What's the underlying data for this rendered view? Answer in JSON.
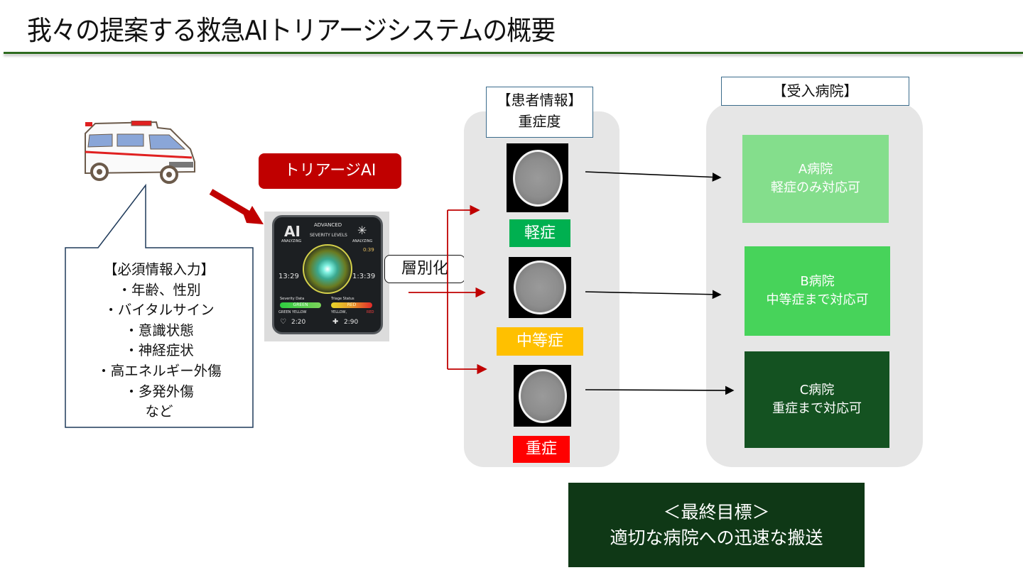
{
  "slide": {
    "title": "我々の提案する救急AIトリアージシステムの概要",
    "accent_color": "#2e6b1f"
  },
  "input_bubble": {
    "heading": "【必須情報入力】",
    "items": [
      "・年齢、性別",
      "・バイタルサイン",
      "・意識状態",
      "・神経症状",
      "・高エネルギー外傷",
      "・多発外傷",
      "など"
    ]
  },
  "ambulance": {
    "icon": "ambulance-icon"
  },
  "triage_ai": {
    "label": "トリアージAI",
    "color": "#c00000",
    "tablet_screen": {
      "logo": "AI",
      "logo_sub": "ANALYZING",
      "heading_1": "ADVANCED",
      "heading_2": "SEVERITY LEVELS",
      "badge_sub": "ANALYZING",
      "time_top": "0:39",
      "time_left": "13:29",
      "time_right": "1:3:39",
      "left_section": "Severity Data",
      "right_section": "Triage Status",
      "left_bar": "GREEN",
      "right_bar": "RED",
      "left_caption": "GREEN  YELLOW",
      "right_caption_a": "YELLOW,",
      "right_caption_b": "RED",
      "left_value": "2:20",
      "right_value": "2:90"
    }
  },
  "stratification": {
    "label": "層別化"
  },
  "patient_info": {
    "header_line1": "【患者情報】",
    "header_line2": "重症度",
    "levels": [
      {
        "label": "軽症",
        "color": "#00b050",
        "scan": "ct-scan-mild"
      },
      {
        "label": "中等症",
        "color": "#ffc000",
        "scan": "ct-scan-moderate"
      },
      {
        "label": "重症",
        "color": "#ff0000",
        "scan": "ct-scan-severe"
      }
    ]
  },
  "hospitals": {
    "header": "【受入病院】",
    "items": [
      {
        "name": "A病院",
        "capability": "軽症のみ対応可",
        "color": "#84de8c"
      },
      {
        "name": "B病院",
        "capability": "中等症まで対応可",
        "color": "#47d35a"
      },
      {
        "name": "C病院",
        "capability": "重症まで対応可",
        "color": "#145221"
      }
    ]
  },
  "goal": {
    "line1": "＜最終目標＞",
    "line2": "適切な病院への迅速な搬送",
    "color": "#0f3816"
  }
}
